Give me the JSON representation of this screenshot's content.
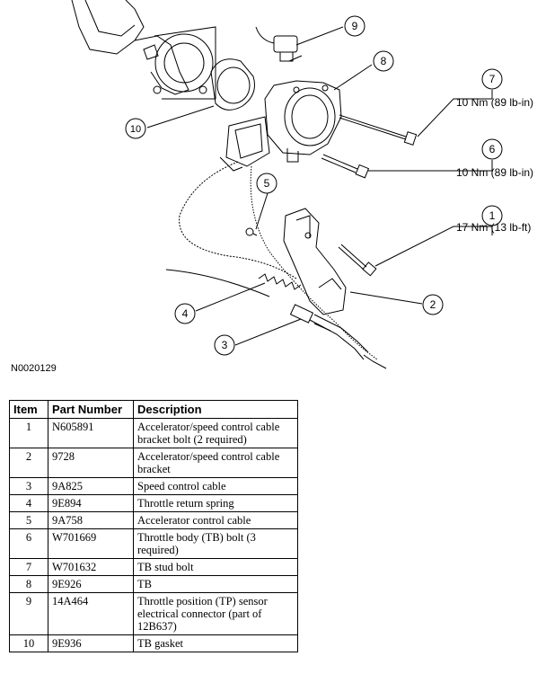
{
  "figure": {
    "id": "N0020129",
    "callouts": [
      {
        "num": "1",
        "torque": "17 Nm (13 lb-ft)"
      },
      {
        "num": "2",
        "torque": ""
      },
      {
        "num": "3",
        "torque": ""
      },
      {
        "num": "4",
        "torque": ""
      },
      {
        "num": "5",
        "torque": ""
      },
      {
        "num": "6",
        "torque": "10 Nm (89 lb-in)"
      },
      {
        "num": "7",
        "torque": "10 Nm (89 lb-in)"
      },
      {
        "num": "8",
        "torque": ""
      },
      {
        "num": "9",
        "torque": ""
      },
      {
        "num": "10",
        "torque": ""
      }
    ]
  },
  "table": {
    "headers": {
      "item": "Item",
      "part": "Part Number",
      "desc": "Description"
    },
    "rows": [
      {
        "item": "1",
        "part": "N605891",
        "desc": "Accelerator/speed control cable bracket bolt (2 required)"
      },
      {
        "item": "2",
        "part": "9728",
        "desc": "Accelerator/speed control cable bracket"
      },
      {
        "item": "3",
        "part": "9A825",
        "desc": "Speed control cable"
      },
      {
        "item": "4",
        "part": "9E894",
        "desc": "Throttle return spring"
      },
      {
        "item": "5",
        "part": "9A758",
        "desc": "Accelerator control cable"
      },
      {
        "item": "6",
        "part": "W701669",
        "desc": "Throttle body (TB) bolt (3 required)"
      },
      {
        "item": "7",
        "part": "W701632",
        "desc": "TB stud bolt"
      },
      {
        "item": "8",
        "part": "9E926",
        "desc": "TB"
      },
      {
        "item": "9",
        "part": "14A464",
        "desc": "Throttle position (TP) sensor electrical connector (part of 12B637)"
      },
      {
        "item": "10",
        "part": "9E936",
        "desc": "TB gasket"
      }
    ]
  }
}
